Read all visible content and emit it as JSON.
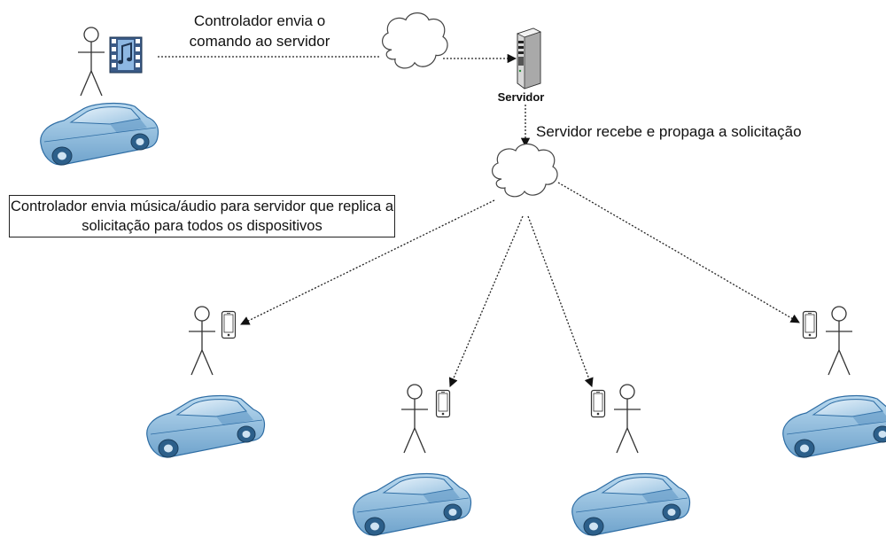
{
  "labels": {
    "controller_sends": "Controlador envia o comando ao servidor",
    "server": "Servidor",
    "server_propagates": "Servidor recebe e propaga a solicitação",
    "note": "Controlador envia música/áudio para servidor que replica a solicitação para todos os dispositivos"
  },
  "nodes": {
    "controller": {
      "name": "controlador",
      "icon": "media-icon"
    },
    "server": {
      "name": "servidor",
      "icon": "server-icon"
    },
    "receivers": [
      {
        "name": "receiver-1",
        "icon": "smartphone-icon"
      },
      {
        "name": "receiver-2",
        "icon": "smartphone-icon"
      },
      {
        "name": "receiver-3",
        "icon": "smartphone-icon"
      },
      {
        "name": "receiver-4",
        "icon": "smartphone-icon"
      }
    ]
  },
  "colors": {
    "car_body": "#8fbfe0",
    "car_dark": "#3f7fb3",
    "line": "#222222"
  }
}
